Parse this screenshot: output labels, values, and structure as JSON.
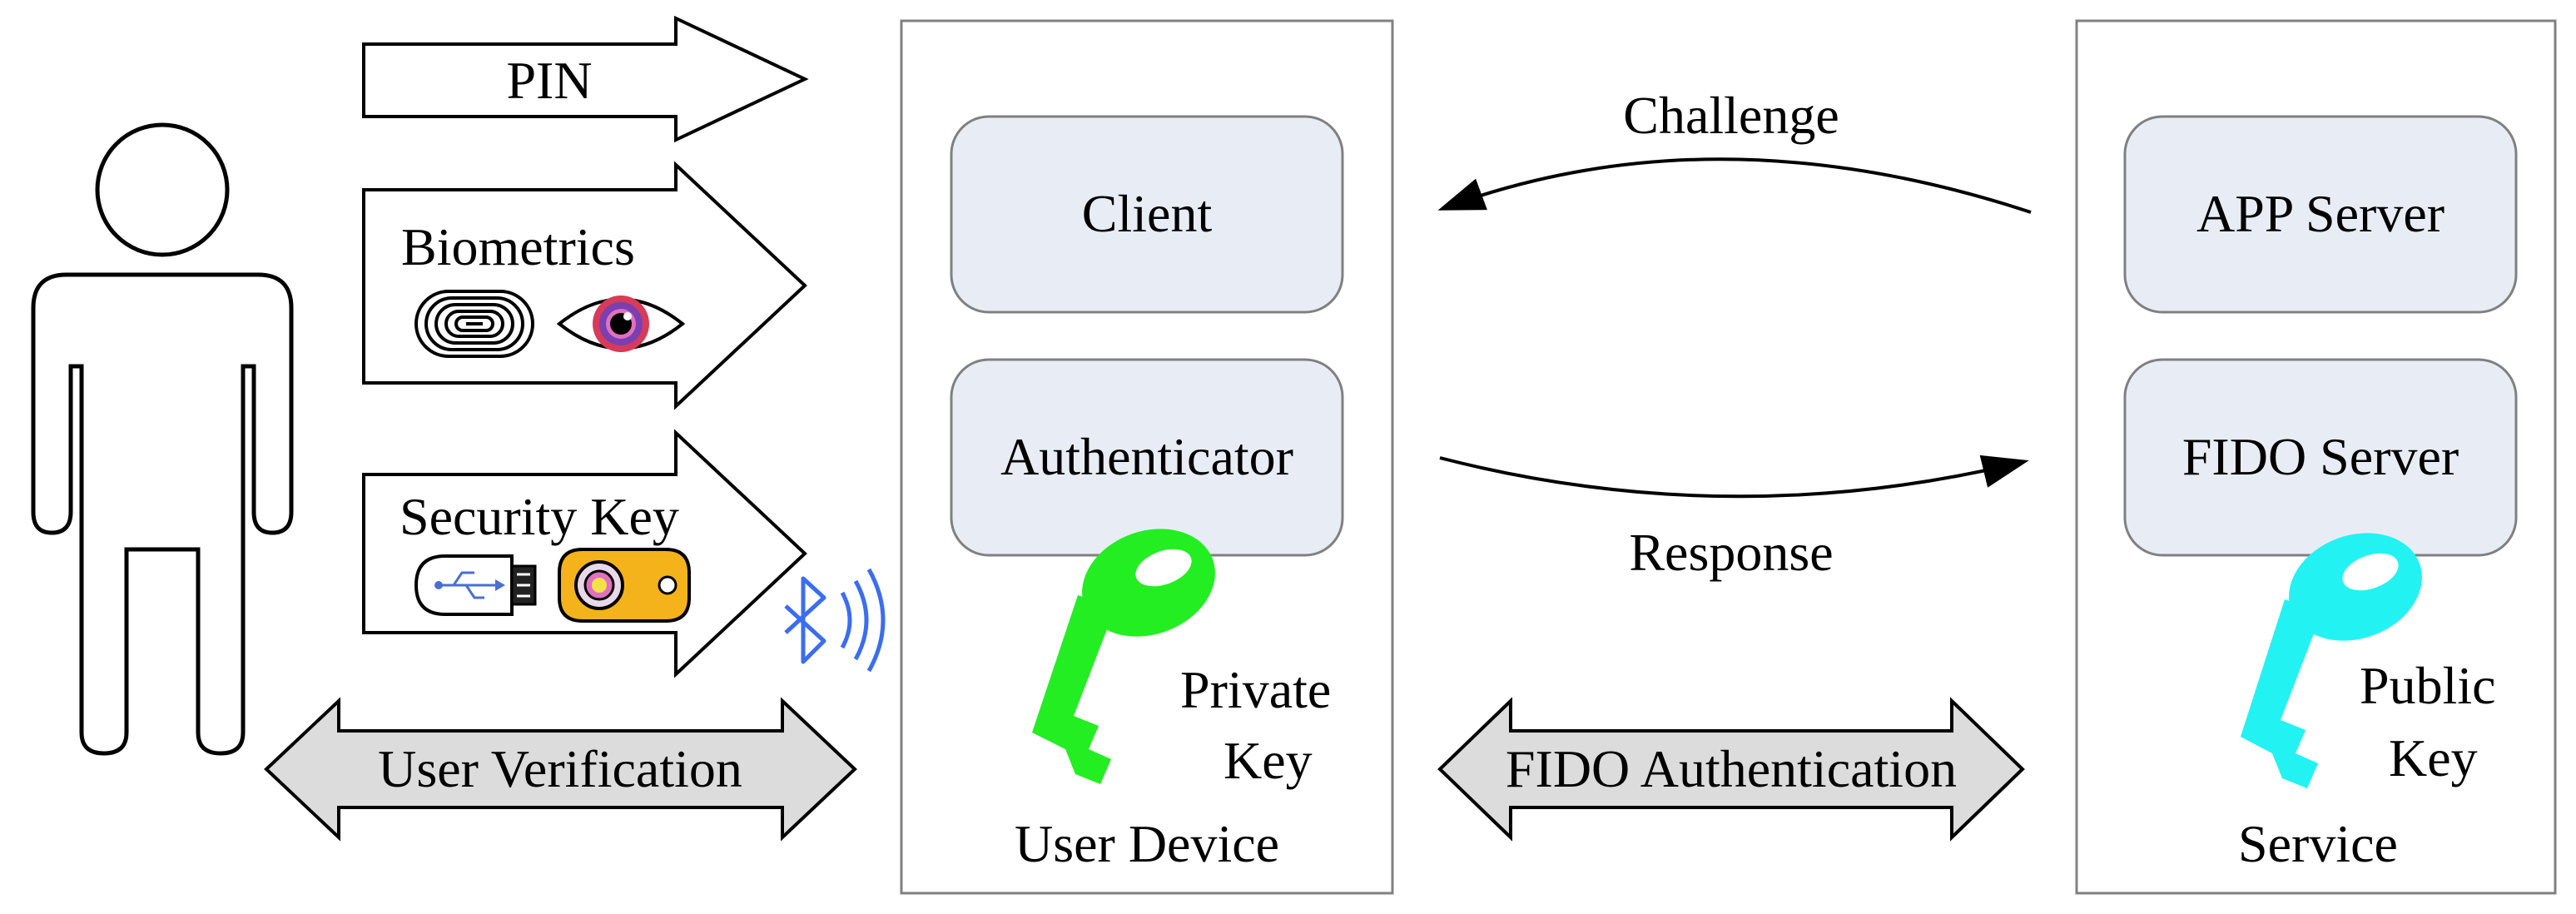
{
  "user_inputs": {
    "pin_label": "PIN",
    "biometrics_label": "Biometrics",
    "security_key_label": "Security Key",
    "user_verification_label": "User Verification"
  },
  "user_device": {
    "title": "User Device",
    "client_label": "Client",
    "authenticator_label": "Authenticator",
    "private_key_line1": "Private",
    "private_key_line2": "Key"
  },
  "exchange": {
    "challenge_label": "Challenge",
    "response_label": "Response",
    "fido_authentication_label": "FIDO Authentication"
  },
  "service": {
    "title": "Service",
    "app_server_label": "APP Server",
    "fido_server_label": "FIDO Server",
    "public_key_line1": "Public",
    "public_key_line2": "Key"
  },
  "colors": {
    "box_fill": "#e8edf5",
    "private_key": "#22ee22",
    "public_key": "#22f2f2",
    "bluetooth": "#3a6df0",
    "double_arrow_fill": "#dcdcdc",
    "security_key_gold": "#f5b31b"
  },
  "icons": {
    "person": "person-outline-icon",
    "fingerprint": "fingerprint-icon",
    "eye": "eye-iris-icon",
    "usb": "usb-key-icon",
    "fob": "security-fob-icon",
    "bluetooth": "bluetooth-icon",
    "private_key": "private-key-icon",
    "public_key": "public-key-icon"
  }
}
